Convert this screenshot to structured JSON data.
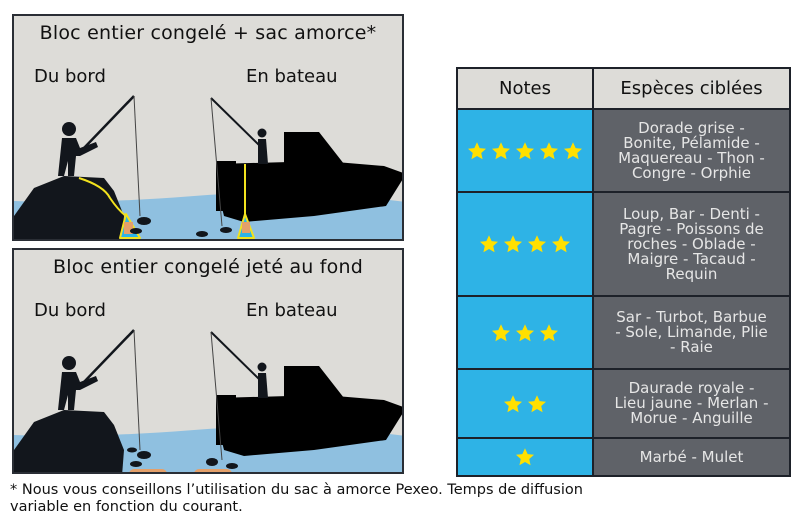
{
  "panels": [
    {
      "title": "Bloc entier congelé + sac amorce*",
      "left_label": "Du bord",
      "right_label": "En bateau",
      "method": "bait-bag"
    },
    {
      "title": "Bloc entier congelé jeté au fond",
      "left_label": "Du bord",
      "right_label": "En bateau",
      "method": "bottom-block"
    }
  ],
  "table": {
    "headers": {
      "notes": "Notes",
      "species": "Espèces ciblées"
    },
    "rows": [
      {
        "stars": 5,
        "species": "Dorade grise -\nBonite, Pélamide -\nMaquereau - Thon -\nCongre - Orphie"
      },
      {
        "stars": 4,
        "species": "Loup, Bar - Denti -\nPagre - Poissons de\nroches - Oblade -\nMaigre - Tacaud -\nRequin"
      },
      {
        "stars": 3,
        "species": "Sar - Turbot, Barbue\n- Sole, Limande, Plie\n- Raie"
      },
      {
        "stars": 2,
        "species": "Daurade royale -\nLieu jaune - Merlan -\nMorue - Anguille"
      },
      {
        "stars": 1,
        "species": "Marbé - Mulet"
      }
    ]
  },
  "footnote": {
    "line1": "* Nous vous conseillons l’utilisation du sac à amorce Pexeo. Temps de diffusion",
    "line2": "variable en fonction du courant."
  },
  "colors": {
    "panel_bg": "#dddcd8",
    "water": "#8fc0e0",
    "silhouette": "#12161c",
    "bait_line": "#f2e21e",
    "bait_bag": "#2eb3e6",
    "bait_block": "#e4a06a",
    "notes_cell": "#2eb3e6",
    "species_cell": "#5f6268",
    "star": "#ffe000"
  }
}
